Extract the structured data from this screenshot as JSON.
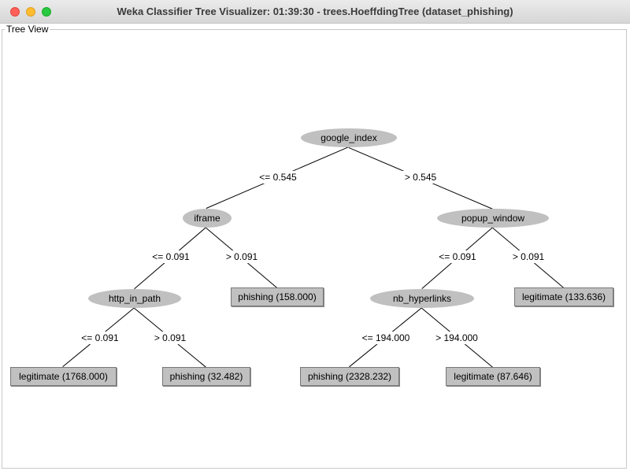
{
  "window": {
    "title": "Weka Classifier Tree Visualizer: 01:39:30 - trees.HoeffdingTree (dataset_phishing)"
  },
  "panel": {
    "label": "Tree View"
  },
  "tree": {
    "nodes": {
      "google_index": "google_index",
      "iframe": "iframe",
      "popup_window": "popup_window",
      "http_in_path": "http_in_path",
      "nb_hyperlinks": "nb_hyperlinks",
      "leaf_phishing_158": "phishing (158.000)",
      "leaf_legitimate_133": "legitimate (133.636)",
      "leaf_legitimate_1768": "legitimate (1768.000)",
      "leaf_phishing_32": "phishing (32.482)",
      "leaf_phishing_2328": "phishing (2328.232)",
      "leaf_legitimate_87": "legitimate (87.646)"
    },
    "edges": {
      "google_le": "<= 0.545",
      "google_gt": "> 0.545",
      "iframe_le": "<= 0.091",
      "iframe_gt": "> 0.091",
      "popup_le": "<= 0.091",
      "popup_gt": "> 0.091",
      "http_le": "<= 0.091",
      "http_gt": "> 0.091",
      "nb_le": "<= 194.000",
      "nb_gt": "> 194.000"
    }
  }
}
